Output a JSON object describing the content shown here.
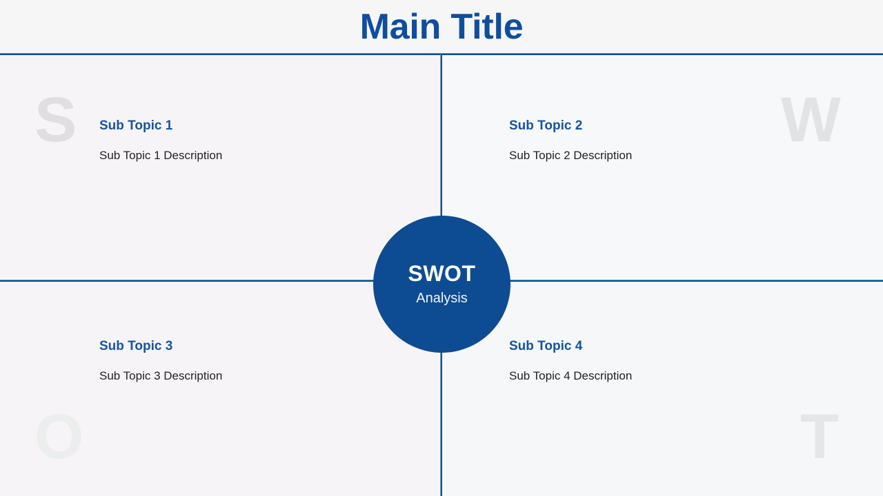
{
  "slide": {
    "title": "Main Title",
    "background_color": "#f7f6f8",
    "accent_color": "#0f4e9c",
    "line_color": "#1d5484",
    "watermark_color": "#e2e3e5"
  },
  "center": {
    "main_label": "SWOT",
    "sub_label": "Analysis",
    "fill_color": "#0d4c92",
    "text_color": "#ffffff"
  },
  "quadrants": [
    {
      "key": "strengths",
      "watermark": "S",
      "title": "Sub Topic 1",
      "description": "Sub Topic 1 Description"
    },
    {
      "key": "weaknesses",
      "watermark": "W",
      "title": "Sub Topic 2",
      "description": "Sub Topic 2 Description"
    },
    {
      "key": "opportunities",
      "watermark": "O",
      "title": "Sub Topic 3",
      "description": "Sub Topic 3 Description"
    },
    {
      "key": "threats",
      "watermark": "T",
      "title": "Sub Topic 4",
      "description": "Sub Topic 4 Description"
    }
  ]
}
